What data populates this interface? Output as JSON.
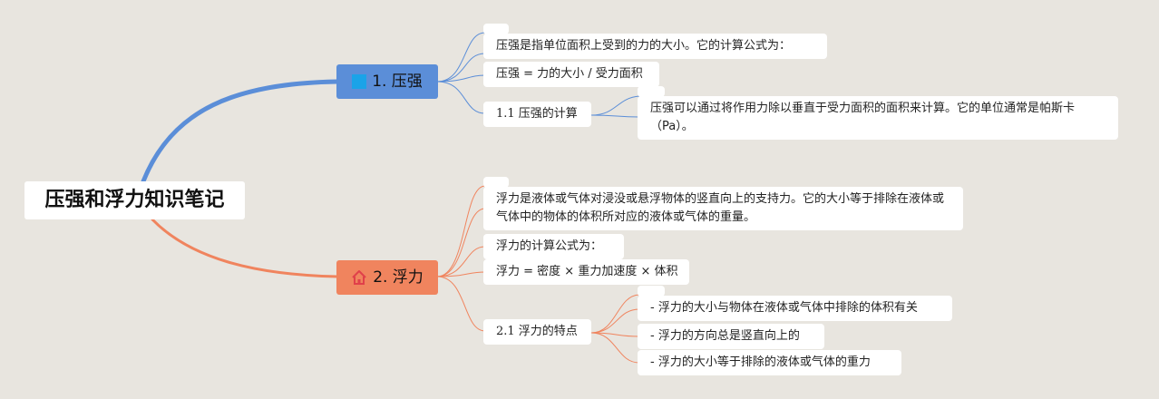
{
  "root": {
    "title": "压强和浮力知识笔记"
  },
  "colors": {
    "branch1": "#5b8ed8",
    "branch2": "#f0845e",
    "icon1": "#1aa3e8",
    "icon2": "#e0404a",
    "background": "#e8e5df"
  },
  "topic1": {
    "label": "1. 压强",
    "icon": "blue-square-icon",
    "children": [
      "",
      "压强是指单位面积上受到的力的大小。它的计算公式为：",
      "压强 = 力的大小 / 受力面积"
    ],
    "subtopic": {
      "label": "1.1 压强的计算",
      "children": [
        "",
        "压强可以通过将作用力除以垂直于受力面积的面积来计算。它的单位通常是帕斯卡（Pa）。"
      ]
    }
  },
  "topic2": {
    "label": "2. 浮力",
    "icon": "home-icon",
    "children": [
      "",
      "浮力是液体或气体对浸没或悬浮物体的竖直向上的支持力。它的大小等于排除在液体或气体中的物体的体积所对应的液体或气体的重量。",
      "浮力的计算公式为：",
      "浮力 = 密度 × 重力加速度 × 体积"
    ],
    "subtopic": {
      "label": "2.1 浮力的特点",
      "children": [
        "",
        "- 浮力的大小与物体在液体或气体中排除的体积有关",
        "- 浮力的方向总是竖直向上的",
        "- 浮力的大小等于排除的液体或气体的重力"
      ]
    }
  }
}
